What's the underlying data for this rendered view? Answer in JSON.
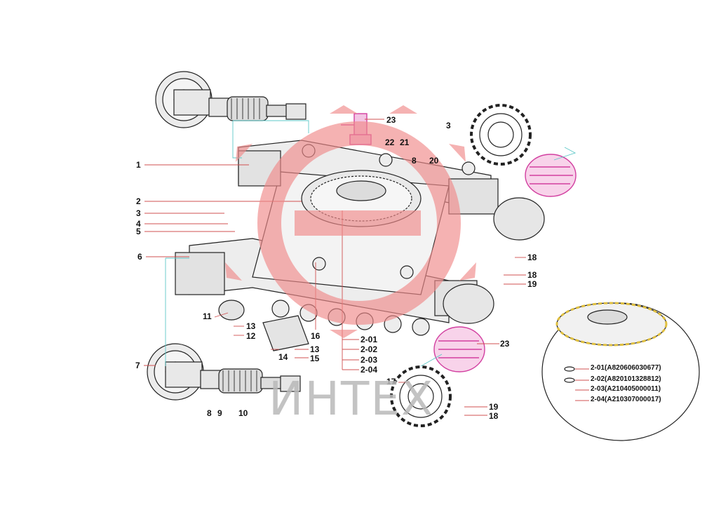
{
  "diagram": {
    "callouts": {
      "c1": "1",
      "c2": "2",
      "c3a": "3",
      "c4": "4",
      "c5": "5",
      "c6": "6",
      "c7": "7",
      "c8a": "8",
      "c8b": "8",
      "c9": "9",
      "c10": "10",
      "c11": "11",
      "c12": "12",
      "c13a": "13",
      "c13b": "13",
      "c14": "14",
      "c15": "15",
      "c16": "16",
      "c17": "17",
      "c18a": "18",
      "c18b": "18",
      "c18c": "18",
      "c19a": "19",
      "c19b": "19",
      "c20": "20",
      "c21": "21",
      "c22": "22",
      "c23a": "23",
      "c23b": "23",
      "c3b": "3",
      "c201": "2-01",
      "c202": "2-02",
      "c203": "2-03",
      "c204": "2-04"
    },
    "detail": {
      "items": [
        "2-01(A820606030677)",
        "2-02(A820101328812)",
        "2-03(A210405000011)",
        "2-04(A210307000017)"
      ]
    }
  },
  "watermark": {
    "text": "ИНТЕХ",
    "color": "#f08a8a"
  }
}
